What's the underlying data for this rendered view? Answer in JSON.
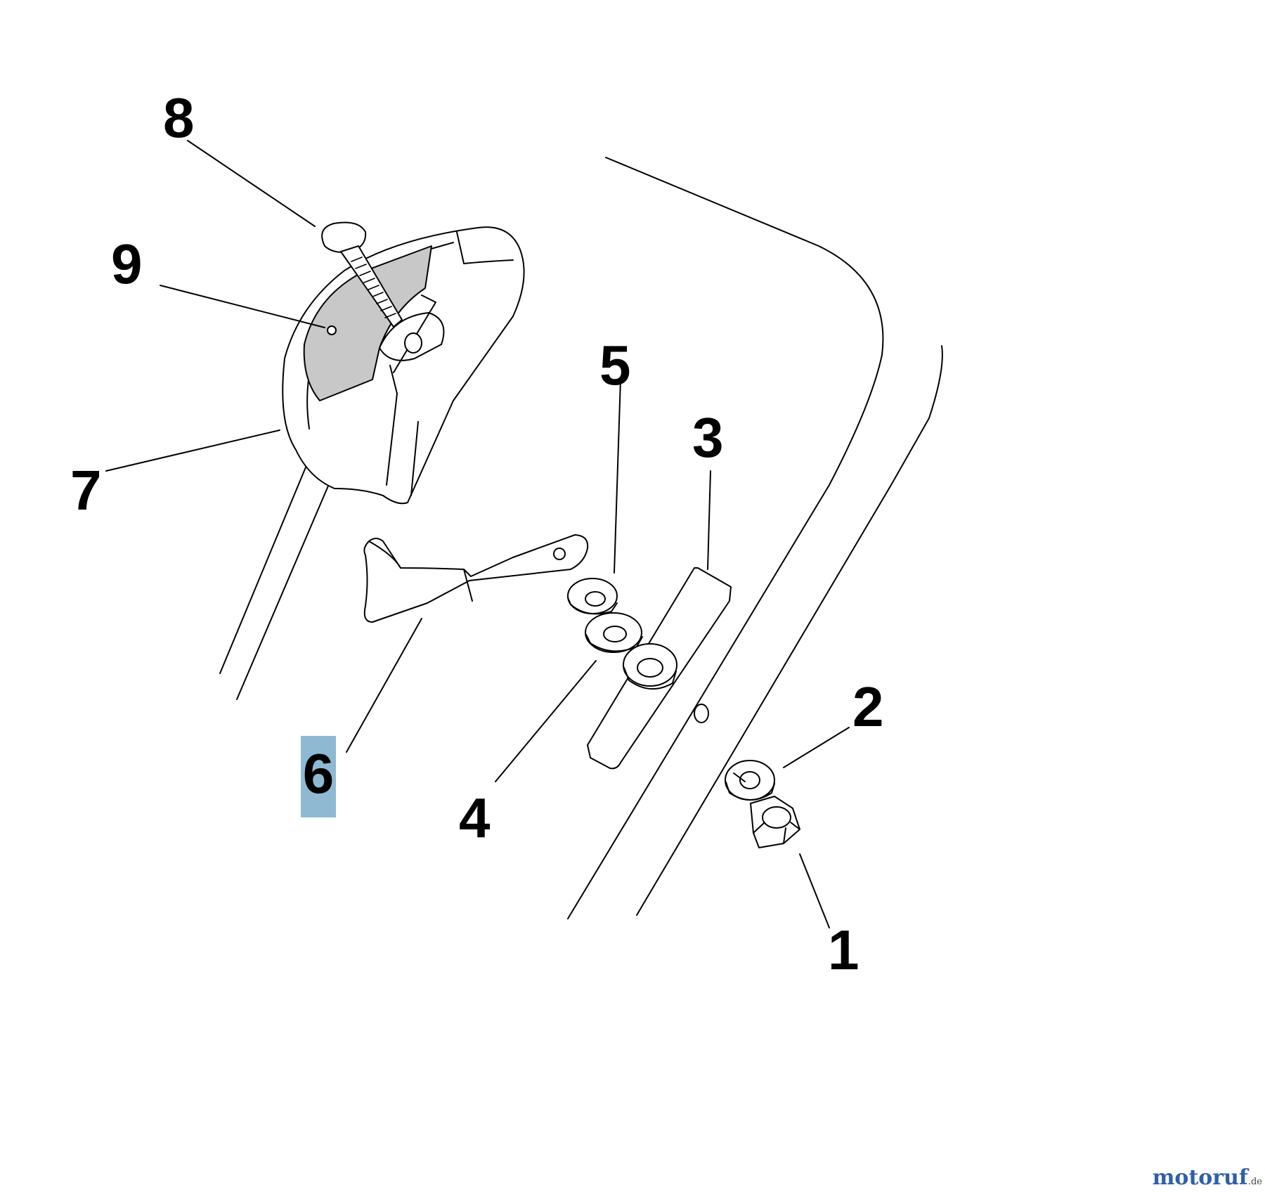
{
  "labels": {
    "p1": "1",
    "p2": "2",
    "p3": "3",
    "p4": "4",
    "p5": "5",
    "p6": "6",
    "p7": "7",
    "p8": "8",
    "p9": "9"
  },
  "highlighted_label": "6",
  "colors": {
    "highlight": "#8fb9d3",
    "plate_fill": "#c8c8c8",
    "line": "#000000"
  },
  "brand": {
    "name": "motoruf",
    "tld": ".de"
  }
}
